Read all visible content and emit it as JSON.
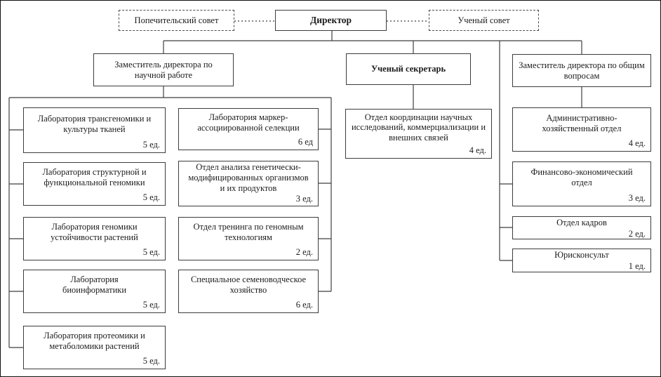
{
  "colors": {
    "box_border": "#3c3c3c",
    "box_background": "#ffffff",
    "connector_line": "#3f3f3f",
    "text": "#1c1c1c"
  },
  "chart": {
    "top": {
      "trustee": {
        "label": "Попечительский совет"
      },
      "director": {
        "label": "Директор"
      },
      "academic": {
        "label": "Ученый совет"
      }
    },
    "level2": {
      "deputy_science": {
        "label": "Заместитель директора по научной работе"
      },
      "secretary": {
        "label": "Ученый секретарь"
      },
      "deputy_general": {
        "label": "Заместитель директора по общим вопросам"
      }
    },
    "science_units_col1": [
      {
        "label": "Лаборатория трансгеномики и культуры тканей",
        "units": "5 ед."
      },
      {
        "label": "Лаборатория структурной и функциональной геномики",
        "units": "5 ед."
      },
      {
        "label": "Лаборатория геномики устойчивости растений",
        "units": "5 ед."
      },
      {
        "label": "Лаборатория\nбиоинформатики",
        "units": "5 ед."
      },
      {
        "label": "Лаборатория протеомики и метаболомики растений",
        "units": "5 ед."
      }
    ],
    "science_units_col2": [
      {
        "label": "Лаборатория маркер-ассоциированной селекции",
        "units": "6 ед"
      },
      {
        "label": "Отдел анализа генетически-модифицированных организмов и их продуктов",
        "units": "3 ед."
      },
      {
        "label": "Отдел тренинга по геномным технологиям",
        "units": "2 ед."
      },
      {
        "label": "Специальное семеноводческое хозяйство",
        "units": "6 ед."
      }
    ],
    "secretary_units": [
      {
        "label": "Отдел координации научных исследований, коммерциализации и внешних связей",
        "units": "4 ед."
      }
    ],
    "general_units": [
      {
        "label": "Административно-хозяйственный отдел",
        "units": "4 ед."
      },
      {
        "label": "Финансово-экономический отдел",
        "units": "3 ед."
      },
      {
        "label": "Отдел кадров",
        "units": "2 ед."
      },
      {
        "label": "Юрисконсульт",
        "units": "1 ед."
      }
    ]
  }
}
